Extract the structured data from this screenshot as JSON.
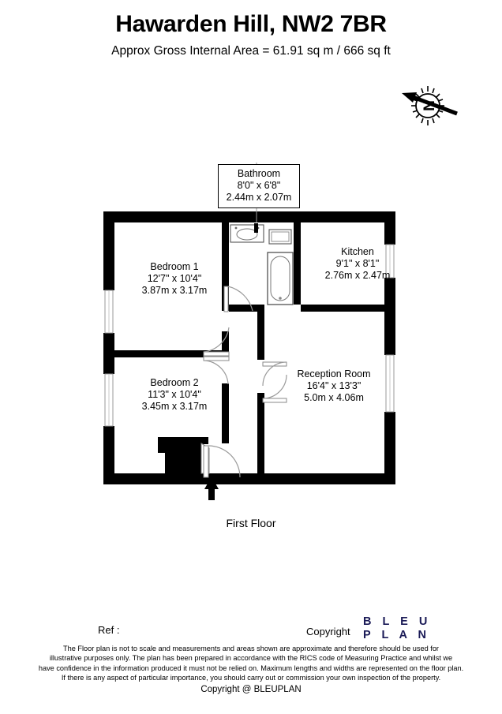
{
  "header": {
    "title": "Hawarden Hill, NW2 7BR",
    "subtitle": "Approx Gross Internal Area = 61.91 sq m / 666 sq ft"
  },
  "compass": {
    "icon": "compass-north-icon",
    "letter": "N"
  },
  "plan": {
    "floor_caption": "First Floor",
    "rooms": [
      {
        "key": "bathroom",
        "name": "Bathroom",
        "imperial": "8'0\" x 6'8\"",
        "metric": "2.44m x 2.07m"
      },
      {
        "key": "bedroom1",
        "name": "Bedroom 1",
        "imperial": "12'7\" x 10'4\"",
        "metric": "3.87m x 3.17m"
      },
      {
        "key": "bedroom2",
        "name": "Bedroom 2",
        "imperial": "11'3\" x 10'4\"",
        "metric": "3.45m x 3.17m"
      },
      {
        "key": "kitchen",
        "name": "Kitchen",
        "imperial": "9'1\" x 8'1\"",
        "metric": "2.76m x 2.47m"
      },
      {
        "key": "reception",
        "name": "Reception Room",
        "imperial": "16'4\" x 13'3\"",
        "metric": "5.0m x 4.06m"
      }
    ],
    "fixtures": [
      "sink-icon",
      "toilet-icon",
      "bathtub-icon"
    ],
    "entrance_marker": "entrance-arrow-icon"
  },
  "footer": {
    "ref_label": "Ref  :",
    "copyright_label": "Copyright",
    "brand_line1": "B L E U",
    "brand_line2": "P L A N",
    "brand_color": "#1b1b57",
    "disclaimer_line1": "The Floor plan is not to scale and measurements and areas shown are approximate and therefore should be used for",
    "disclaimer_line2": "illustrative purposes only. The plan has been prepared in accordance with the RICS code of Measuring Practice and whilst we",
    "disclaimer_line3": "have confidence in the information produced it must not be relied on. Maximum lengths and widths are represented on the floor plan.",
    "disclaimer_line4": "If there is any aspect of particular importance, you should carry out or commission your own inspection of the property.",
    "disclaimer_copyright": "Copyright @ BLEUPLAN"
  }
}
